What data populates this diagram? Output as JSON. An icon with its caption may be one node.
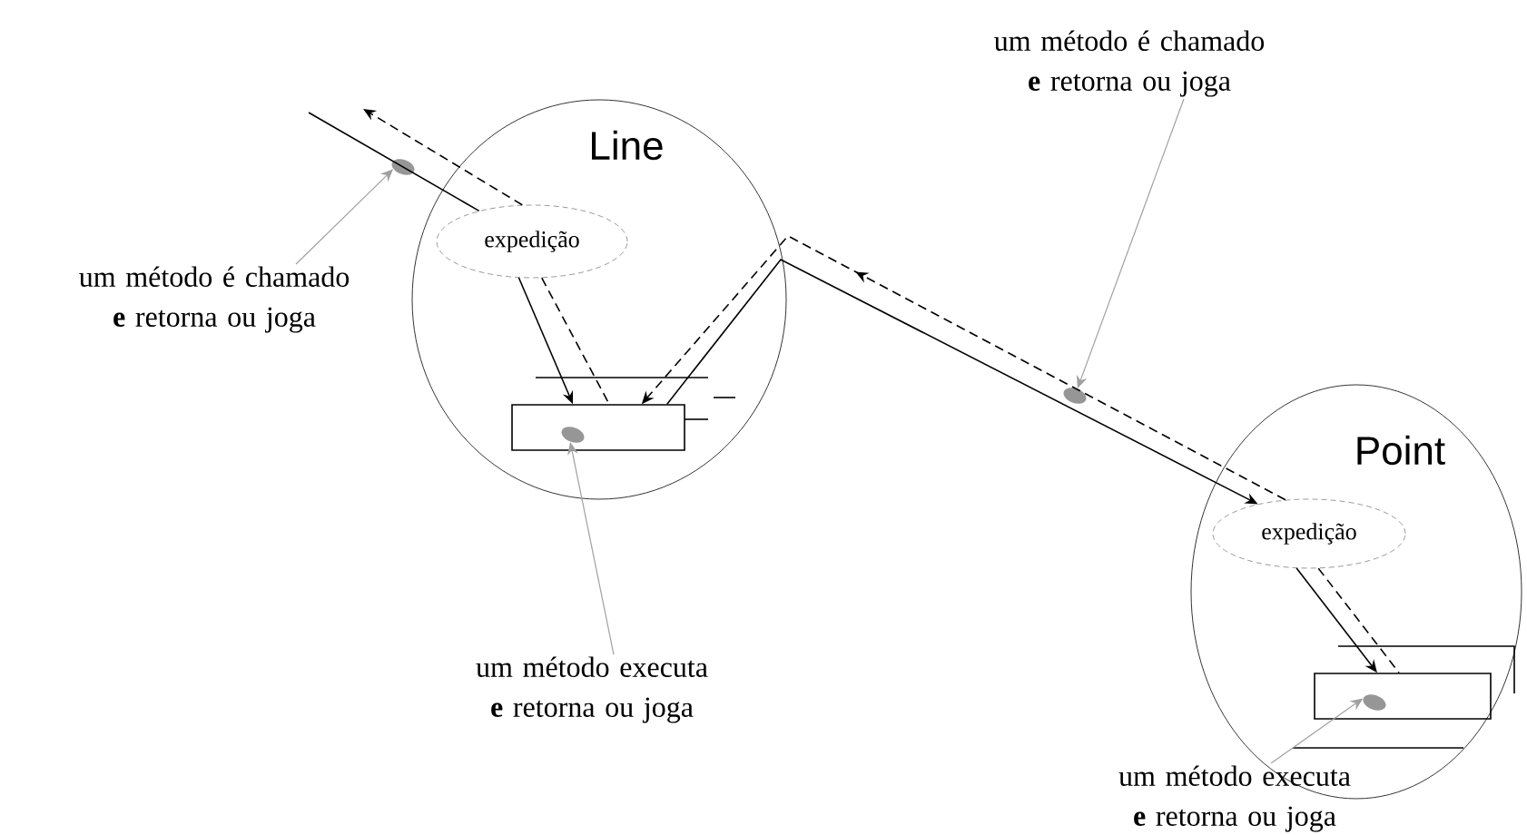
{
  "diagram": {
    "nodes": [
      {
        "text": [
          "Line"
        ]
      },
      {
        "text": [
          "expedição"
        ],
        "in": 0
      },
      {
        "text": [],
        "shape": "box",
        "in": 0
      },
      {
        "text": [],
        "shape": "circle",
        "in": 2
      },
      {
        "text": [
          "Point"
        ]
      },
      {
        "text": [
          "expedição"
        ],
        "in": 4
      },
      {
        "text": [],
        "shape": "box",
        "in": 4
      },
      {
        "text": [],
        "shape": "circle",
        "in": 6
      },
      {
        "text": [],
        "shape": "circle"
      },
      {
        "text": [],
        "shape": "circle"
      },
      {
        "text": [
          "um método é chamado **e** retorna ou joga"
        ]
      },
      {
        "text": [
          "um método é chamado **e** retorna ou joga"
        ]
      },
      {
        "text": [
          "um método executa **e** retorna ou joga"
        ]
      },
      {
        "text": [
          "um método executa **e** retorna ou joga"
        ]
      }
    ],
    "edges": [
      {
        "from": null,
        "to": 1,
        "arrow": "none"
      },
      {
        "from": 1,
        "to": null,
        "arrow": "to",
        "style": "dashed"
      },
      {
        "from": 1,
        "to": 2,
        "arrow": "to"
      },
      {
        "from": 1,
        "to": 2,
        "arrow": "none",
        "style": "dashed"
      },
      {
        "from": 2,
        "to": 5,
        "arrow": "to"
      },
      {
        "from": 5,
        "to": 2,
        "arrow": "to",
        "style": "dashed"
      },
      {
        "from": 5,
        "to": 6,
        "arrow": "to"
      },
      {
        "from": 5,
        "to": 6,
        "arrow": "none",
        "style": "dashed"
      },
      {
        "from": 10,
        "to": 8,
        "arrow": "to",
        "color": "#a0a0a0"
      },
      {
        "from": 11,
        "to": 9,
        "arrow": "to",
        "color": "#a0a0a0"
      },
      {
        "from": 12,
        "to": 3,
        "arrow": "to",
        "color": "#a0a0a0"
      },
      {
        "from": 13,
        "to": 7,
        "arrow": "to",
        "color": "#a0a0a0"
      }
    ]
  }
}
